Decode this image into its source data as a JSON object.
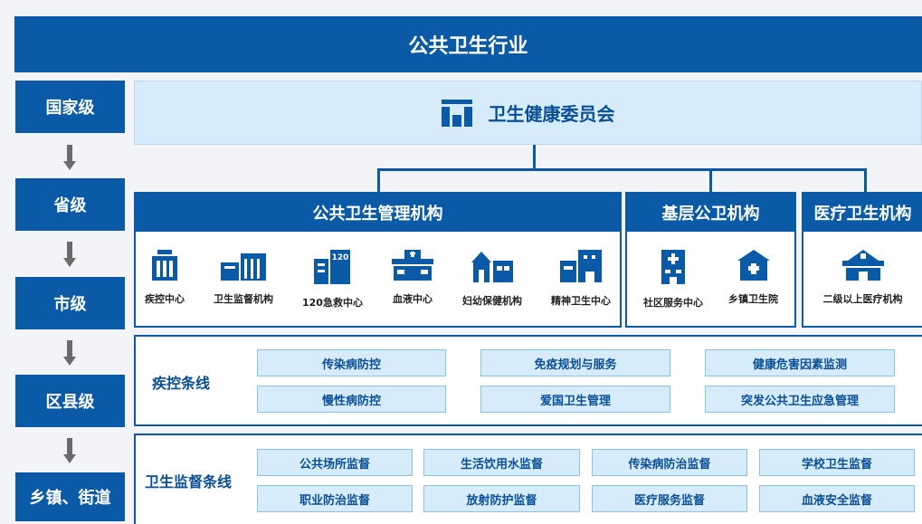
{
  "title": "公共卫生行业",
  "levels": [
    "国家级",
    "省级",
    "市级",
    "区县级",
    "乡镇、街道"
  ],
  "top": {
    "label": "卫生健康委员会",
    "icon": "building-icon"
  },
  "categories": {
    "public_health": {
      "label": "公共卫生管理机构",
      "items": [
        {
          "label": "疾控中心",
          "icon": "column-building-icon"
        },
        {
          "label": "卫生监督机构",
          "icon": "office-building-icon"
        },
        {
          "label": "120急救中心",
          "icon": "tower-120-icon"
        },
        {
          "label": "血液中心",
          "icon": "blood-center-icon"
        },
        {
          "label": "妇幼保健机构",
          "icon": "house-icon"
        },
        {
          "label": "精神卫生中心",
          "icon": "mental-health-building-icon"
        }
      ]
    },
    "grassroots": {
      "label": "基层公卫机构",
      "items": [
        {
          "label": "社区服务中心",
          "icon": "community-center-icon"
        },
        {
          "label": "乡镇卫生院",
          "icon": "township-hospital-icon"
        }
      ]
    },
    "medical": {
      "label": "医疗卫生机构",
      "items": [
        {
          "label": "二级以上医疗机构",
          "icon": "hospital-icon"
        }
      ]
    }
  },
  "disease_control": {
    "label": "疾控条线",
    "items": [
      "传染病防控",
      "免疫规划与服务",
      "健康危害因素监测",
      "慢性病防控",
      "爱国卫生管理",
      "突发公共卫生应急管理"
    ]
  },
  "supervision": {
    "label": "卫生监督条线",
    "items": [
      "公共场所监督",
      "生活饮用水监督",
      "传染病防治监督",
      "学校卫生监督",
      "职业防治监督",
      "放射防护监督",
      "医疗服务监督",
      "血液安全监督"
    ]
  },
  "colors": {
    "primary": "#0a5aa8",
    "light": "#d6ecfa",
    "arrow": "#6b6b6b"
  }
}
